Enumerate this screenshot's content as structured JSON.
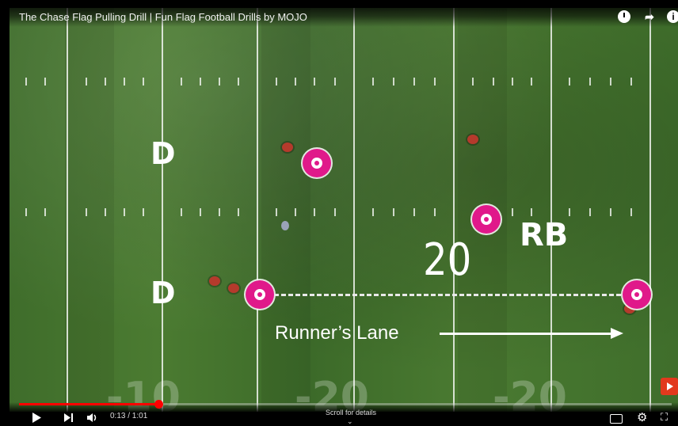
{
  "player": {
    "title": "The Chase Flag Pulling Drill | Fun Flag Football Drills by MOJO",
    "time_display": "0:13 / 1:01",
    "progress": 0.213,
    "scroll_hint": "Scroll for details",
    "icons": {
      "watch_later": "clock-icon",
      "share": "share-icon",
      "info": "info-icon",
      "play": "play-icon",
      "next": "next-icon",
      "volume": "volume-icon",
      "captions": "captions-icon",
      "settings": "gear-icon",
      "fullscreen": "fullscreen-icon",
      "youtube": "youtube-logo"
    },
    "accent_color": "#ff0000"
  },
  "overlay": {
    "defender_label_top": "D",
    "defender_label_bottom": "D",
    "runner_label": "RB",
    "yard_number": "20",
    "lane_text": "Runner’s Lane",
    "marker_color": "#e0198a"
  }
}
